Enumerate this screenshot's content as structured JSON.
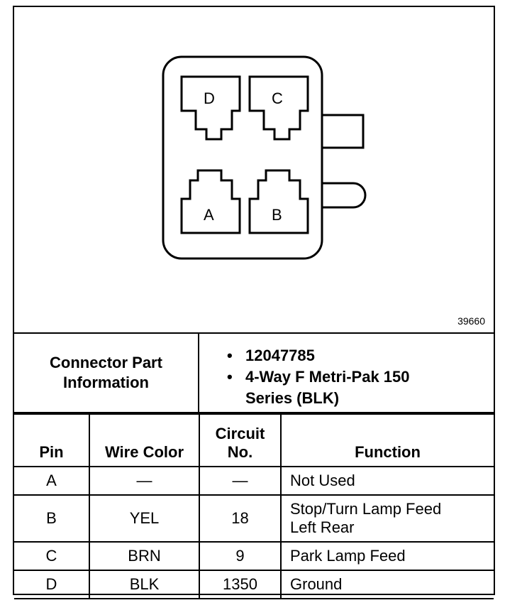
{
  "figure_id": "39660",
  "connector": {
    "pins": [
      {
        "label": "D"
      },
      {
        "label": "C"
      },
      {
        "label": "A"
      },
      {
        "label": "B"
      }
    ]
  },
  "info": {
    "label_line1": "Connector Part",
    "label_line2": "Information",
    "items": [
      "12047785",
      "4-Way F Metri-Pak 150",
      "Series (BLK)"
    ]
  },
  "table": {
    "headers": {
      "pin": "Pin",
      "wire_color": "Wire Color",
      "circuit_line1": "Circuit",
      "circuit_line2": "No.",
      "function": "Function"
    },
    "rows": [
      {
        "pin": "A",
        "wire_color": "—",
        "circuit": "—",
        "function": "Not Used"
      },
      {
        "pin": "B",
        "wire_color": "YEL",
        "circuit": "18",
        "function_line1": "Stop/Turn Lamp Feed",
        "function_line2": "Left Rear"
      },
      {
        "pin": "C",
        "wire_color": "BRN",
        "circuit": "9",
        "function": "Park Lamp Feed"
      },
      {
        "pin": "D",
        "wire_color": "BLK",
        "circuit": "1350",
        "function": "Ground"
      }
    ]
  }
}
